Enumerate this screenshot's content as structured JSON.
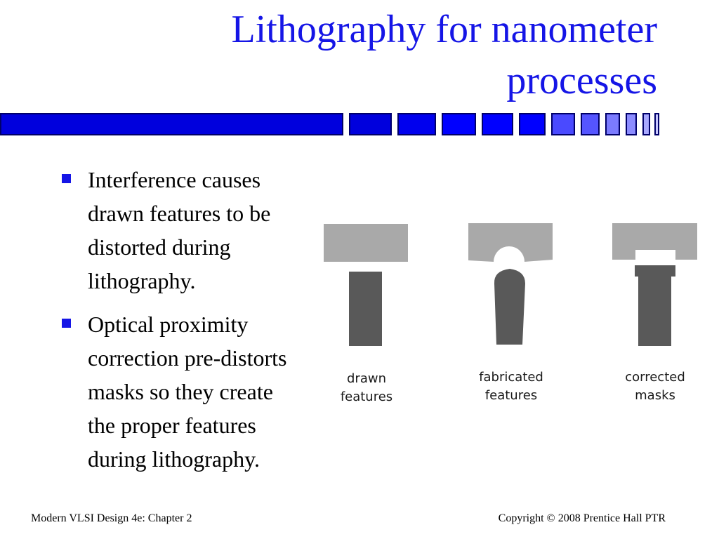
{
  "slide": {
    "title_lines": [
      "Lithography for nanometer",
      "processes"
    ]
  },
  "bullets": [
    {
      "lines": [
        "Interference causes",
        "drawn features to be",
        "distorted during",
        "lithography."
      ]
    },
    {
      "lines": [
        "Optical proximity",
        "correction pre-distorts",
        "masks so they create",
        "the proper features",
        "during lithography."
      ]
    }
  ],
  "diagram": {
    "panels": [
      {
        "caption_lines": [
          "drawn",
          "features"
        ]
      },
      {
        "caption_lines": [
          "fabricated",
          "features"
        ]
      },
      {
        "caption_lines": [
          "corrected",
          "masks"
        ]
      }
    ],
    "colors": {
      "mask": "#a9a9a9",
      "feature": "#595959"
    }
  },
  "footer": {
    "left": "Modern VLSI Design 4e: Chapter 2",
    "right": "Copyright ©  2008 Prentice Hall PTR"
  },
  "theme": {
    "title_color": "#1515e6",
    "rule_colors": [
      "#0000dd",
      "#0000ff",
      "#4a4aff",
      "#7b7bff",
      "#a8a8ff"
    ]
  }
}
